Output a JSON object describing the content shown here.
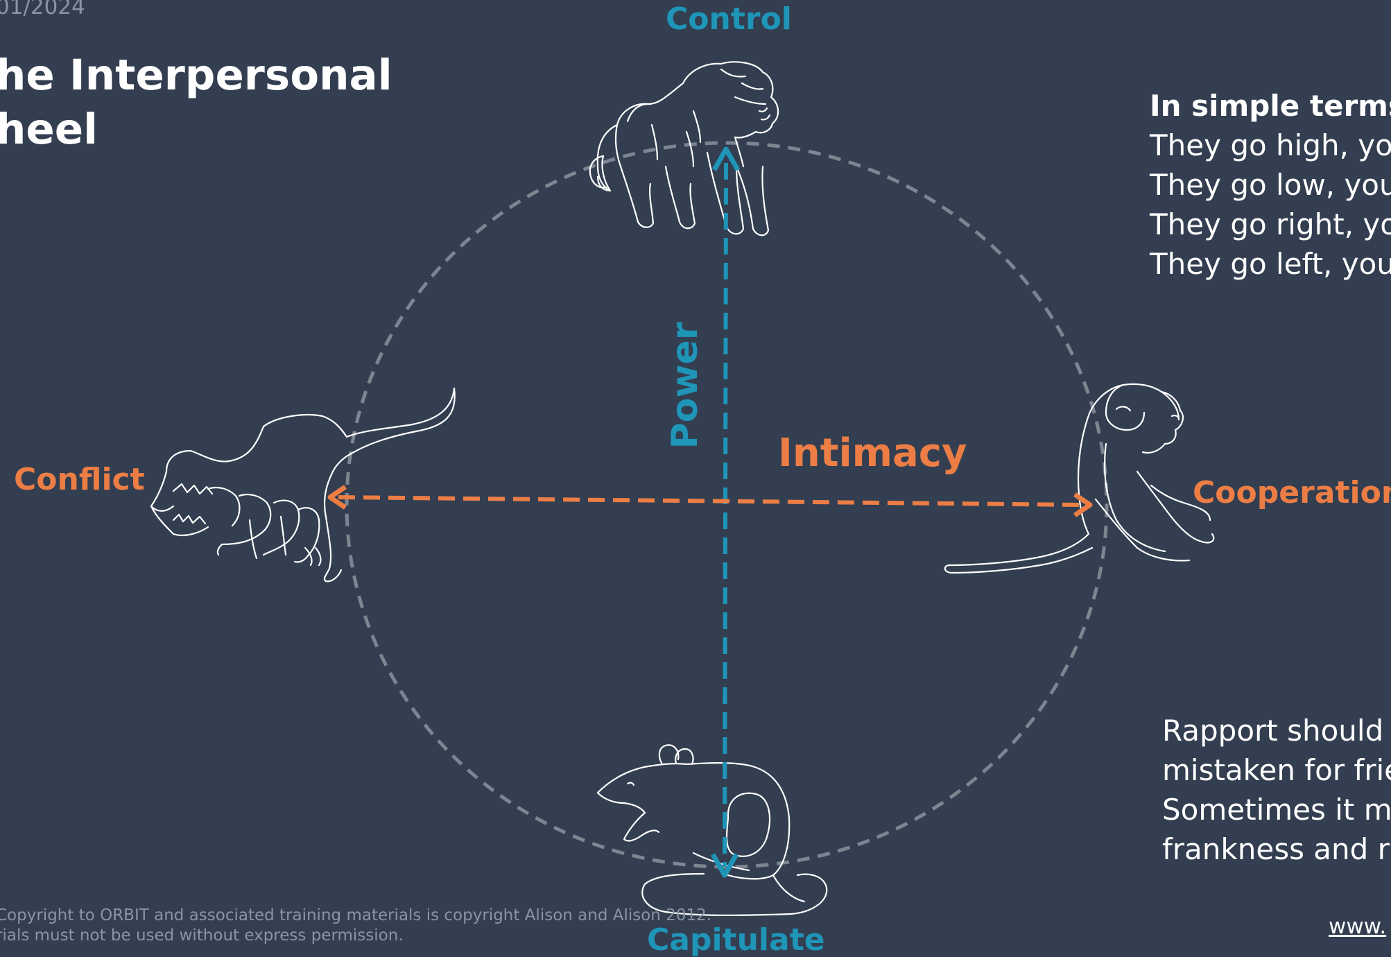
{
  "slide": {
    "date": "01/2024",
    "title_line1": "he Interpersonal",
    "title_line2": "heel"
  },
  "diagram": {
    "top_label": "Control",
    "bottom_label": "Capitulate",
    "left_label": "Conflict",
    "right_label": "Cooperation",
    "vertical_axis": "Power",
    "horizontal_axis": "Intimacy",
    "animals": {
      "top": "lion-icon",
      "bottom": "rat-icon",
      "left": "t-rex-icon",
      "right": "monkey-icon"
    },
    "colors": {
      "power": "#1f95b8",
      "intimacy": "#ec7e45",
      "circle": "#7d8591",
      "background": "#333e51"
    }
  },
  "simple_terms": {
    "heading": "In simple terms:",
    "lines": [
      "They go high, yo",
      "They go low, you",
      "They go right, yo",
      "They go left, you"
    ]
  },
  "rapport": {
    "lines": [
      "Rapport should",
      "mistaken for frie",
      "Sometimes it m",
      "frankness and r"
    ]
  },
  "footer": {
    "line1": "Copyright to ORBIT and associated training materials is copyright Alison and Alison 2012.",
    "line2": "rials must not be used without express permission."
  },
  "website": "www."
}
